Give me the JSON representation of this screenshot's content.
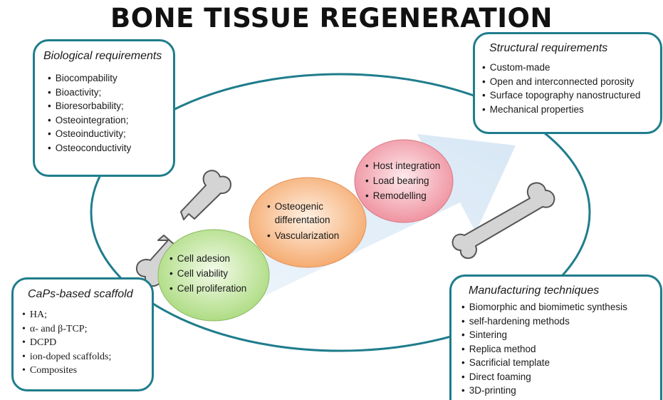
{
  "title": "BONE TISSUE REGENERATION",
  "colors": {
    "box_border": "#1f7d8c",
    "ellipse_border": "#1f7d8c",
    "arrow": "#dbe9f6",
    "bone_fill": "#d4d4d4",
    "bone_stroke": "#555555",
    "stage1": "#c7e9a6",
    "stage2": "#f9c08f",
    "stage3": "#f3a9b3"
  },
  "icons": [
    "bone-icon",
    "broken-bone-icon",
    "arrow-icon"
  ],
  "biological": {
    "heading": "Biological requirements",
    "items": [
      "Biocompability",
      "Bioactivity;",
      "Bioresorbability;",
      "Osteointegration;",
      "Osteoinductivity;",
      "Osteoconductivity"
    ]
  },
  "structural": {
    "heading": "Structural requirements",
    "items": [
      "Custom-made",
      "Open and interconnected porosity",
      "Surface topography nanostructured",
      "Mechanical properties"
    ]
  },
  "caps": {
    "heading": "CaPs-based scaffold",
    "items": [
      "HA;",
      "α- and β-TCP;",
      "DCPD",
      "ion-doped scaffolds;",
      "Composites"
    ]
  },
  "manufacturing": {
    "heading": "Manufacturing techniques",
    "items": [
      "Biomorphic and biomimetic synthesis",
      "self-hardening methods",
      "Sintering",
      "Replica method",
      "Sacrificial template",
      "Direct foaming",
      "3D-printing"
    ]
  },
  "stage1": {
    "items": [
      "Cell adesion",
      "Cell viability",
      "Cell proliferation"
    ]
  },
  "stage2": {
    "items": [
      "Osteogenic differentation",
      "Vascularization"
    ]
  },
  "stage3": {
    "items": [
      "Host integration",
      "Load bearing",
      "Remodelling"
    ]
  }
}
